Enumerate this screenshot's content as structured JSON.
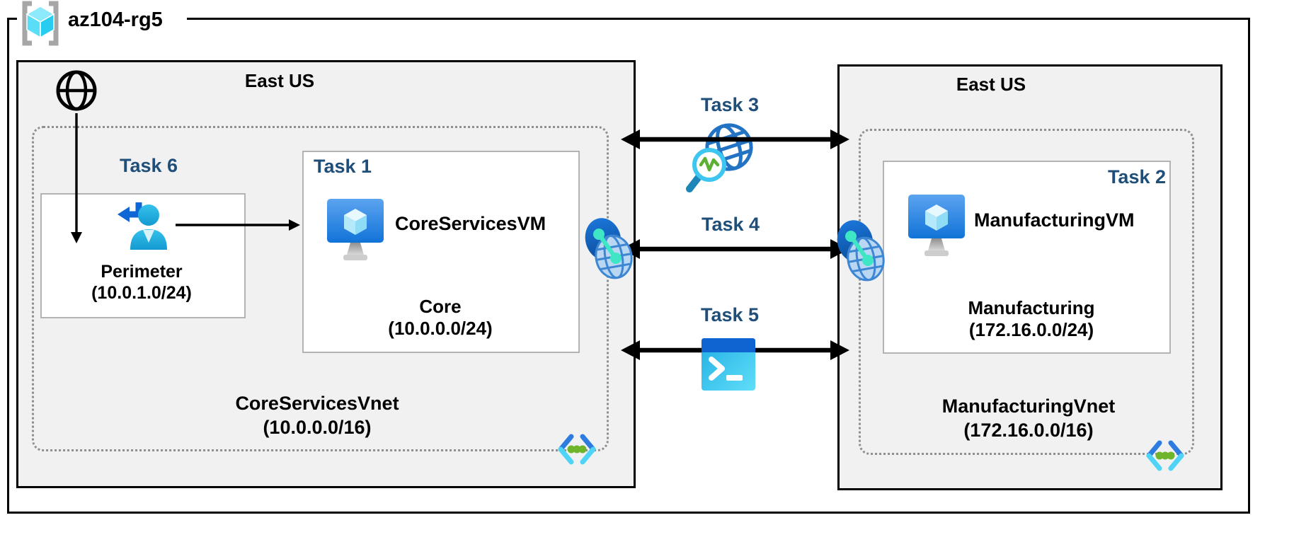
{
  "resource_group": {
    "name": "az104-rg5"
  },
  "regions": {
    "left_label": "East US",
    "right_label": "East US"
  },
  "vnet_left": {
    "name": "CoreServicesVnet",
    "cidr": "(10.0.0.0/16)"
  },
  "vnet_right": {
    "name": "ManufacturingVnet",
    "cidr": "(172.16.0.0/16)"
  },
  "subnet_perimeter": {
    "task": "Task 6",
    "name": "Perimeter",
    "cidr": "(10.0.1.0/24)"
  },
  "subnet_core": {
    "task": "Task 1",
    "vm_name": "CoreServicesVM",
    "name": "Core",
    "cidr": "(10.0.0.0/24)"
  },
  "subnet_manufacturing": {
    "task": "Task 2",
    "vm_name": "ManufacturingVM",
    "name": "Manufacturing",
    "cidr": "(172.16.0.0/24)"
  },
  "connections": {
    "task3": "Task 3",
    "task4": "Task 4",
    "task5": "Task 5"
  },
  "icons": {
    "resource_group": "resource-group-icon",
    "internet": "internet-globe-icon",
    "guest_user": "guest-user-icon",
    "virtual_machine": "virtual-machine-icon",
    "network_watcher": "network-watcher-icon",
    "vnet_peering": "vnet-peering-icon",
    "cloud_shell": "cloud-shell-icon",
    "virtual_network": "virtual-network-icon"
  },
  "colors": {
    "task_label": "#1F4E79",
    "region_fill": "#F1F1F1",
    "azure_blue": "#1B77D6",
    "azure_cyan": "#50E6FF",
    "azure_green": "#76BC2D",
    "peering_teal": "#3EE6C5",
    "border_black": "#000000",
    "subnet_border": "#B3B3B3",
    "vnet_dotted_border": "#8F8F8F"
  }
}
